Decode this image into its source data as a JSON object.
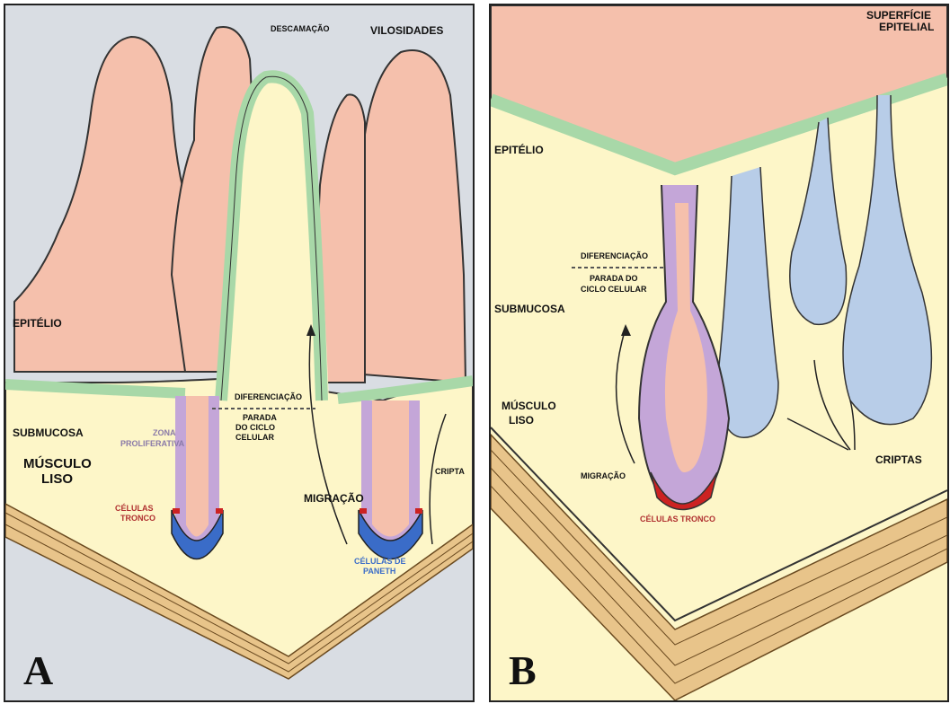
{
  "colors": {
    "background": "#d9dde3",
    "villus": "#f5c0ac",
    "submucosa": "#fdf6c8",
    "epithelium": "#a8d8a8",
    "proliferative": "#c4a6d8",
    "stem": "#cc2222",
    "paneth": "#3a6cc8",
    "muscle": "#e8c48a",
    "crypt_blue": "#b8cde8",
    "stem_label": "#b03030",
    "prolif_label": "#8a7aa8",
    "paneth_label": "#3a6cc8"
  },
  "panel_a": {
    "letter": "A",
    "labels": {
      "descamacao": "DESCAMAÇÃO",
      "vilosidades": "VILOSIDADES",
      "epitelio": "EPITÉLIO",
      "submucosa": "SUBMUCOSA",
      "zona": "ZONA",
      "proliferativa": "PROLIFERATIVA",
      "musculo": "MÚSCULO",
      "liso": "LISO",
      "celulas": "CÉLULAS",
      "tronco": "TRONCO",
      "diferenciacao": "DIFERENCIAÇÃO",
      "parada": "PARADA",
      "do_ciclo": "DO CICLO",
      "celular": "CELULAR",
      "migracao": "MIGRAÇÃO",
      "cripta": "CRIPTA",
      "celulas_de": "CÉLULAS DE",
      "paneth": "PANETH"
    }
  },
  "panel_b": {
    "letter": "B",
    "labels": {
      "superficie": "SUPERFÍCIE",
      "epitelial": "EPITELIAL",
      "epitelio": "EPITÉLIO",
      "diferenciacao": "DIFERENCIAÇÃO",
      "parada_do": "PARADA DO",
      "ciclo_celular": "CICLO CELULAR",
      "submucosa": "SUBMUCOSA",
      "musculo": "MÚSCULO",
      "liso": "LISO",
      "migracao": "MIGRAÇÃO",
      "celulas_tronco": "CÉLULAS TRONCO",
      "criptas": "CRIPTAS"
    }
  }
}
